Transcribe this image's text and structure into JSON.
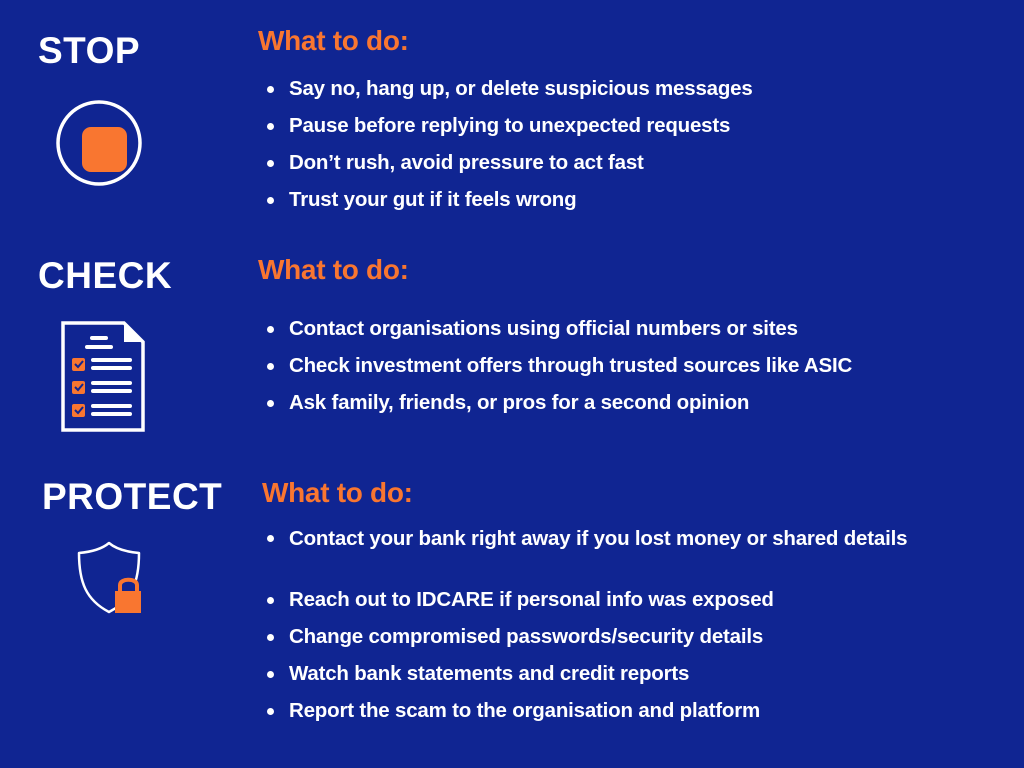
{
  "colors": {
    "background": "#102592",
    "accent": "#F97630",
    "text": "#FFFFFF"
  },
  "sections": [
    {
      "title": "STOP",
      "icon": "stop-icon",
      "heading": "What to do:",
      "items": [
        "Say no, hang up, or delete suspicious messages",
        "Pause before replying to unexpected requests",
        "Don’t rush, avoid pressure to act fast",
        "Trust your gut if it feels wrong"
      ]
    },
    {
      "title": "CHECK",
      "icon": "checklist-document-icon",
      "heading": "What to do:",
      "items": [
        "Contact organisations using official numbers or sites",
        "Check investment offers through trusted sources like ASIC",
        "Ask family, friends, or pros for a second opinion"
      ]
    },
    {
      "title": "PROTECT",
      "icon": "shield-lock-icon",
      "heading": "What to do:",
      "items": [
        "Contact your bank right away if you lost money or shared details",
        "Reach out to IDCARE if personal info was exposed",
        "Change compromised passwords/security details",
        "Watch bank statements and credit reports",
        "Report the scam to the organisation and platform"
      ]
    }
  ]
}
